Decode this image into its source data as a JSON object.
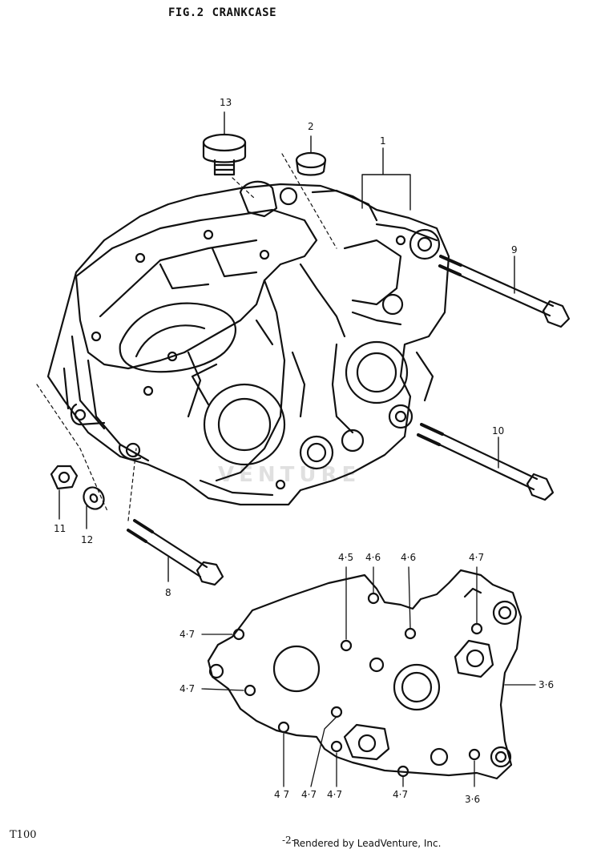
{
  "header": {
    "fig": "FIG.2",
    "title": "CRANKCASE"
  },
  "parts": {
    "p1": "1",
    "p2": "2",
    "p8": "8",
    "p9": "9",
    "p10": "10",
    "p11": "11",
    "p12": "12",
    "p13": "13"
  },
  "bolt_sizes": {
    "top_1": "4·5",
    "top_2": "4·6",
    "top_3": "4·6",
    "top_4": "4·7",
    "left_1": "4·7",
    "left_2": "4·7",
    "right_1": "3·6",
    "bottom_1": "4 7",
    "bottom_2": "4·7",
    "bottom_3": "4·7",
    "bottom_4": "4·7",
    "bottom_5": "3·6"
  },
  "footer": {
    "model": "T100",
    "page": "-2-",
    "credit": "Rendered by LeadVenture, Inc."
  },
  "watermark": "VENTURE",
  "colors": {
    "line": "#111111",
    "background": "#ffffff",
    "watermark": "#d9d9d9"
  }
}
